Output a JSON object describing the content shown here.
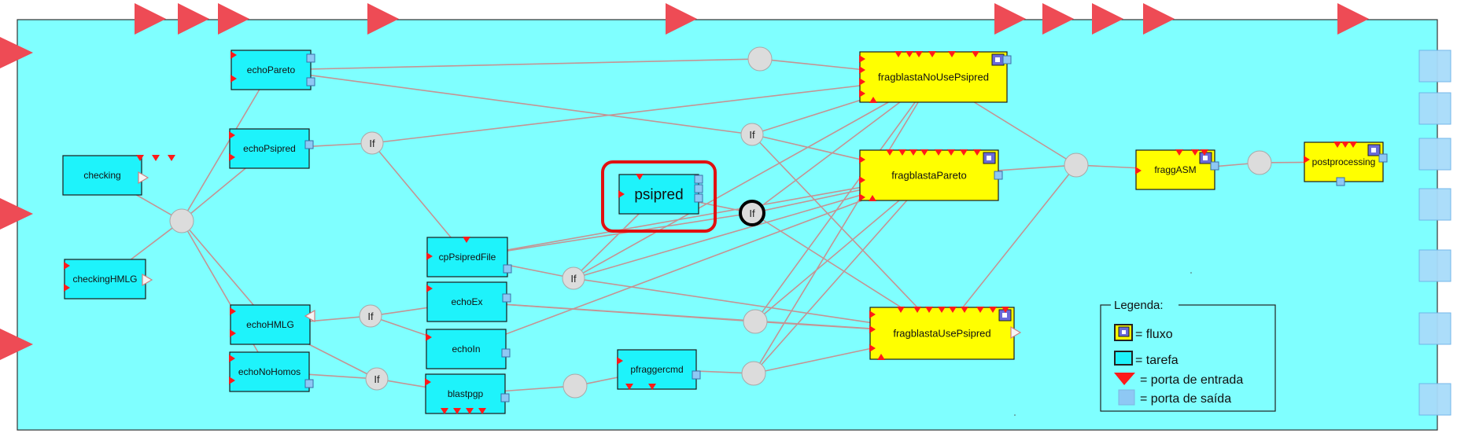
{
  "colors": {
    "canvas": "#7fffff",
    "task_fill": "#1ef3fb",
    "flow_fill": "#ffff00",
    "edge": "#c49494",
    "input_port": "#ff1a1a",
    "output_port": "#8ec8f4",
    "join": "#dcdcdc",
    "highlight": "#e01010"
  },
  "tasks": [
    {
      "id": "checking",
      "label": "checking"
    },
    {
      "id": "checkingHMLG",
      "label": "checkingHMLG"
    },
    {
      "id": "echoPareto",
      "label": "echoPareto"
    },
    {
      "id": "echoPsipred",
      "label": "echoPsipred"
    },
    {
      "id": "echoHMLG",
      "label": "echoHMLG"
    },
    {
      "id": "echoNoHomos",
      "label": "echoNoHomos"
    },
    {
      "id": "cpPsipredFile",
      "label": "cpPsipredFile"
    },
    {
      "id": "echoEx",
      "label": "echoEx"
    },
    {
      "id": "echoIn",
      "label": "echoIn"
    },
    {
      "id": "blastpgp",
      "label": "blastpgp"
    },
    {
      "id": "psipred",
      "label": "psipred"
    },
    {
      "id": "pfraggercmd",
      "label": "pfraggercmd"
    }
  ],
  "flows": [
    {
      "id": "fragblastaNoUsePsipred",
      "label": "fragblastaNoUsePsipred"
    },
    {
      "id": "fragblastaPareto",
      "label": "fragblastaPareto"
    },
    {
      "id": "fragblastaUsePsipred",
      "label": "fragblastaUsePsipred"
    },
    {
      "id": "fraggASM",
      "label": "fraggASM"
    },
    {
      "id": "postprocessing",
      "label": "postprocessing"
    }
  ],
  "conditions": [
    {
      "id": "if1",
      "label": "If"
    },
    {
      "id": "if2",
      "label": "If"
    },
    {
      "id": "if3",
      "label": "If"
    },
    {
      "id": "if4",
      "label": "If"
    },
    {
      "id": "if5",
      "label": "If"
    },
    {
      "id": "if6",
      "label": "If"
    }
  ],
  "legend": {
    "title": "Legenda:",
    "items": [
      {
        "symbol": "flow",
        "label": "= fluxo"
      },
      {
        "symbol": "task",
        "label": "= tarefa"
      },
      {
        "symbol": "input",
        "label": "= porta de entrada"
      },
      {
        "symbol": "output",
        "label": "= porta de saída"
      }
    ]
  },
  "edges": [
    [
      "j1",
      "echoPareto"
    ],
    [
      "j1",
      "echoPsipred"
    ],
    [
      "j1",
      "echoHMLG"
    ],
    [
      "j1",
      "echoNoHomos"
    ],
    [
      "checking",
      "j1"
    ],
    [
      "checkingHMLG",
      "j1"
    ],
    [
      "echoPareto",
      "jp"
    ],
    [
      "jp",
      "fragblastaNoUsePsipred"
    ],
    [
      "echoPareto",
      "if2"
    ],
    [
      "if2",
      "fragblastaNoUsePsipred"
    ],
    [
      "if2",
      "fragblastaPareto"
    ],
    [
      "if2",
      "fragblastaUsePsipred"
    ],
    [
      "if1",
      "echoPsipred"
    ],
    [
      "if1",
      "cpPsipredFile"
    ],
    [
      "if1",
      "fragblastaNoUsePsipred"
    ],
    [
      "echoHMLG",
      "if3"
    ],
    [
      "if3",
      "echoEx"
    ],
    [
      "if3",
      "echoIn"
    ],
    [
      "echoNoHomos",
      "if4"
    ],
    [
      "echoHMLG",
      "if4"
    ],
    [
      "if4",
      "blastpgp"
    ],
    [
      "cpPsipredFile",
      "if6"
    ],
    [
      "psipred",
      "if6"
    ],
    [
      "cpPsipredFile",
      "fragblastaPareto"
    ],
    [
      "if5",
      "psipred"
    ],
    [
      "if5",
      "cpPsipredFile"
    ],
    [
      "if5",
      "fragblastaUsePsipred"
    ],
    [
      "if5",
      "fragblastaPareto"
    ],
    [
      "if5",
      "fragblastaNoUsePsipred"
    ],
    [
      "if6",
      "fragblastaNoUsePsipred"
    ],
    [
      "if6",
      "fragblastaPareto"
    ],
    [
      "if6",
      "fragblastaUsePsipred"
    ],
    [
      "echoEx",
      "jex"
    ],
    [
      "echoEx",
      "fragblastaUsePsipred"
    ],
    [
      "echoIn",
      "fragblastaPareto"
    ],
    [
      "jex",
      "fragblastaNoUsePsipred"
    ],
    [
      "jex",
      "fragblastaPareto"
    ],
    [
      "jex",
      "fragblastaUsePsipred"
    ],
    [
      "blastpgp",
      "jb"
    ],
    [
      "jb",
      "pfraggercmd"
    ],
    [
      "pfraggercmd",
      "jpf"
    ],
    [
      "jpf",
      "fragblastaNoUsePsipred"
    ],
    [
      "jpf",
      "fragblastaPareto"
    ],
    [
      "jpf",
      "fragblastaUsePsipred"
    ],
    [
      "fragblastaNoUsePsipred",
      "jfa"
    ],
    [
      "fragblastaPareto",
      "jfa"
    ],
    [
      "fragblastaUsePsipred",
      "jfa"
    ],
    [
      "jfa",
      "fraggASM"
    ],
    [
      "fraggASM",
      "jf2"
    ],
    [
      "jf2",
      "postprocessing"
    ]
  ]
}
